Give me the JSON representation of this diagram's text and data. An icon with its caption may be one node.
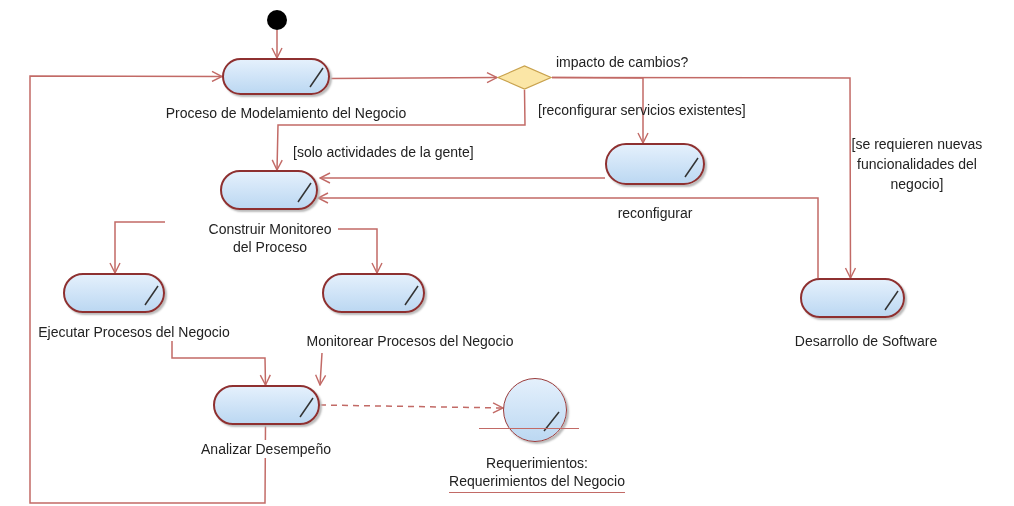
{
  "diagram": {
    "nodes": [
      {
        "text": [],
        "shape": "circle"
      },
      {
        "text": [
          "Proceso de Modelamiento del Negocio"
        ]
      },
      {
        "text": [
          "impacto de cambios?"
        ]
      },
      {
        "text": [
          "reconfigurar"
        ]
      },
      {
        "text": [
          "Construir Monitoreo del Proceso"
        ]
      },
      {
        "text": [
          "Desarrollo de Software"
        ]
      },
      {
        "text": [
          "Ejecutar Procesos del Negocio"
        ]
      },
      {
        "text": [
          "Monitorear Procesos del Negocio"
        ]
      },
      {
        "text": [
          "Analizar Desempeño"
        ]
      },
      {
        "text": [
          "Requerimientos:",
          "Requerimientos del Negocio"
        ]
      }
    ],
    "edges": [
      {
        "from": 0,
        "to": 1,
        "arrow": "to"
      },
      {
        "from": 1,
        "to": 2,
        "arrow": "to"
      },
      {
        "from": 2,
        "to": 4,
        "arrow": "to",
        "label": "[solo actividades de la gente]"
      },
      {
        "from": 2,
        "to": 3,
        "arrow": "to",
        "label": "[reconfigurar servicios existentes]"
      },
      {
        "from": 2,
        "to": 5,
        "arrow": "to",
        "label": "[se requieren nuevas funcionalidades del negocio]"
      },
      {
        "from": 3,
        "to": 4,
        "arrow": "to"
      },
      {
        "from": 5,
        "to": 4,
        "arrow": "to"
      },
      {
        "from": 4,
        "to": 6,
        "arrow": "to"
      },
      {
        "from": 4,
        "to": 7,
        "arrow": "to"
      },
      {
        "from": 6,
        "to": 8,
        "arrow": "to"
      },
      {
        "from": 7,
        "to": 8,
        "arrow": "to"
      },
      {
        "from": 8,
        "to": 9,
        "arrow": "to",
        "style": "dashed"
      },
      {
        "from": 8,
        "to": 1,
        "arrow": "to"
      }
    ]
  }
}
